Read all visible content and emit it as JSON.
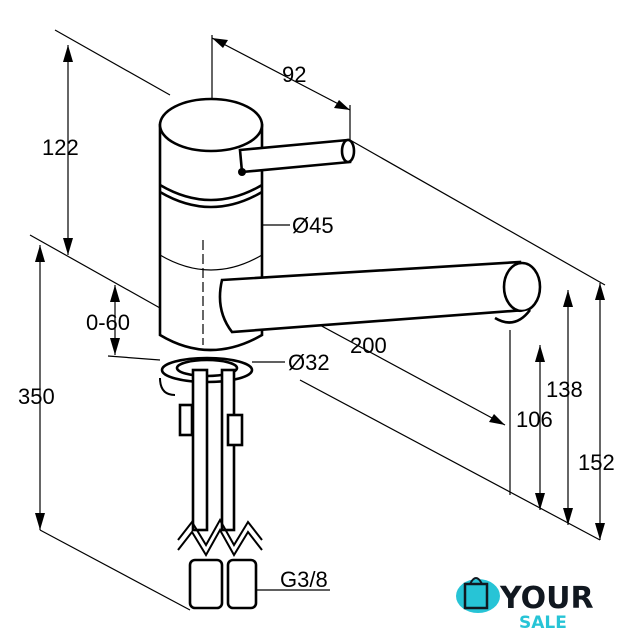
{
  "dimensions": {
    "lever_reach": "92",
    "top_height": "122",
    "body_diameter": "Ø45",
    "swivel_range": "0-60",
    "spout_reach": "200",
    "base_diameter": "Ø32",
    "total_height": "350",
    "spout_height_138": "138",
    "outlet_height_106": "106",
    "height_152": "152",
    "connection_thread": "G3/8"
  },
  "logo": {
    "line1": "YOUR",
    "line2": "SALE",
    "colors": {
      "accent": "#27c4d6",
      "dark": "#111820"
    }
  }
}
